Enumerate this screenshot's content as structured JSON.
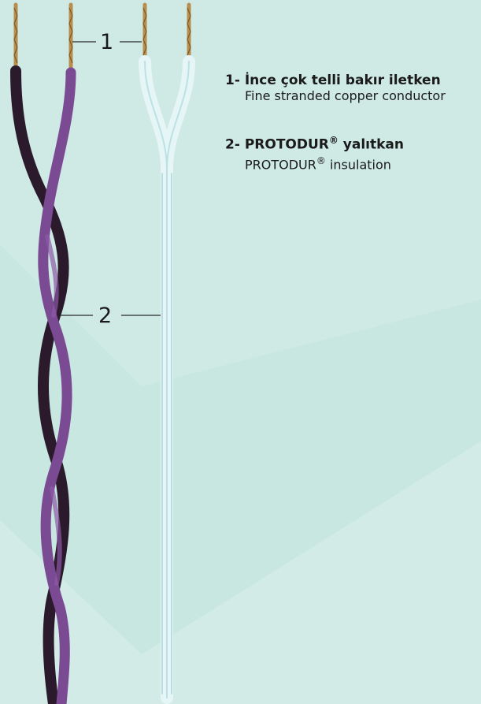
{
  "legend": [
    {
      "number": "1-",
      "tr": "İnce çok telli bakır iletken",
      "en": "Fine stranded copper conductor"
    },
    {
      "number": "2-",
      "tr_brand": "PROTODUR",
      "registered": "®",
      "tr_rest": "yalıtkan",
      "en_brand": "PROTODUR",
      "en_rest": "insulation"
    }
  ],
  "callouts": [
    {
      "label": "1",
      "target": "conductor"
    },
    {
      "label": "2",
      "target": "insulation"
    }
  ],
  "colors": {
    "background": "#d7ede9",
    "background_stripe": "#c6e6e0",
    "conductor": "#b98d4c",
    "cable_left_a": "#2b1a2c",
    "cable_left_b": "#7a4a93",
    "cable_right": "#d9f2f2"
  }
}
